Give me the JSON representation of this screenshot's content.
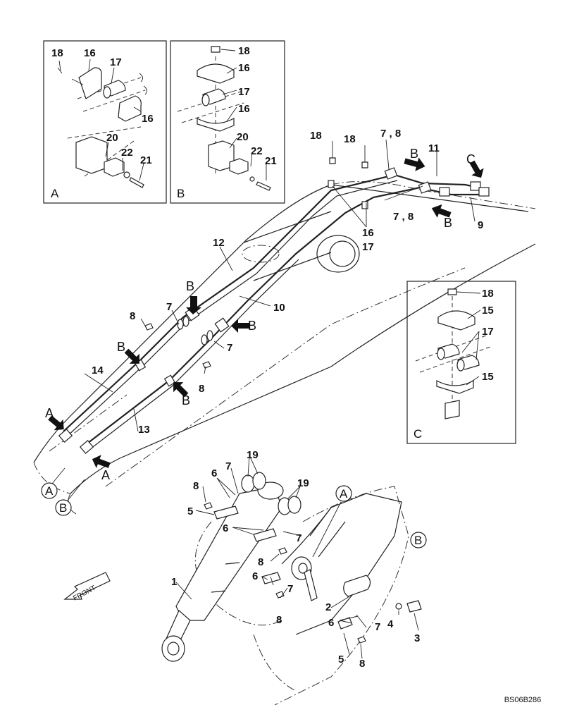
{
  "detail_boxes": {
    "a": {
      "letter": "A",
      "callouts": [
        "18",
        "16",
        "17",
        "16",
        "20",
        "22",
        "21"
      ]
    },
    "b": {
      "letter": "B",
      "callouts": [
        "18",
        "16",
        "17",
        "16",
        "20",
        "22",
        "21"
      ]
    },
    "c": {
      "letter": "C",
      "callouts": [
        "18",
        "15",
        "17",
        "15"
      ]
    }
  },
  "boom": {
    "callouts": {
      "n18a": "18",
      "n18b": "18",
      "n78a": "7 , 8",
      "n11": "11",
      "n78b": "7 , 8",
      "n9": "9",
      "n16": "16",
      "n17": "17",
      "n12": "12",
      "n10": "10",
      "n8a": "8",
      "n7a": "7",
      "n7b": "7",
      "n8b": "8",
      "n14": "14",
      "n13": "13"
    },
    "arrow_letters": {
      "bTop": "B",
      "cTop": "C",
      "bMid": "B",
      "bRight": "B",
      "bLeft": "B",
      "bLow": "B",
      "bRightLow": "B",
      "aTop": "A",
      "aLow": "A"
    },
    "circle_letters": {
      "a": "A",
      "b": "B"
    }
  },
  "cylinder": {
    "callouts": {
      "n19a": "19",
      "n19b": "19",
      "n6a": "6",
      "n7c": "7",
      "n8c": "8",
      "n5a": "5",
      "n6b": "6",
      "n7d": "7",
      "n8d": "8",
      "n7e": "7",
      "n6c": "6",
      "n8e": "8",
      "n1": "1",
      "n2": "2",
      "n6d": "6",
      "n7f": "7",
      "n4": "4",
      "n3": "3",
      "n5b": "5",
      "n8f": "8"
    },
    "circle_letters": {
      "a": "A",
      "b": "B"
    }
  },
  "front_label": "FRONT",
  "reference_code": "BS06B286"
}
